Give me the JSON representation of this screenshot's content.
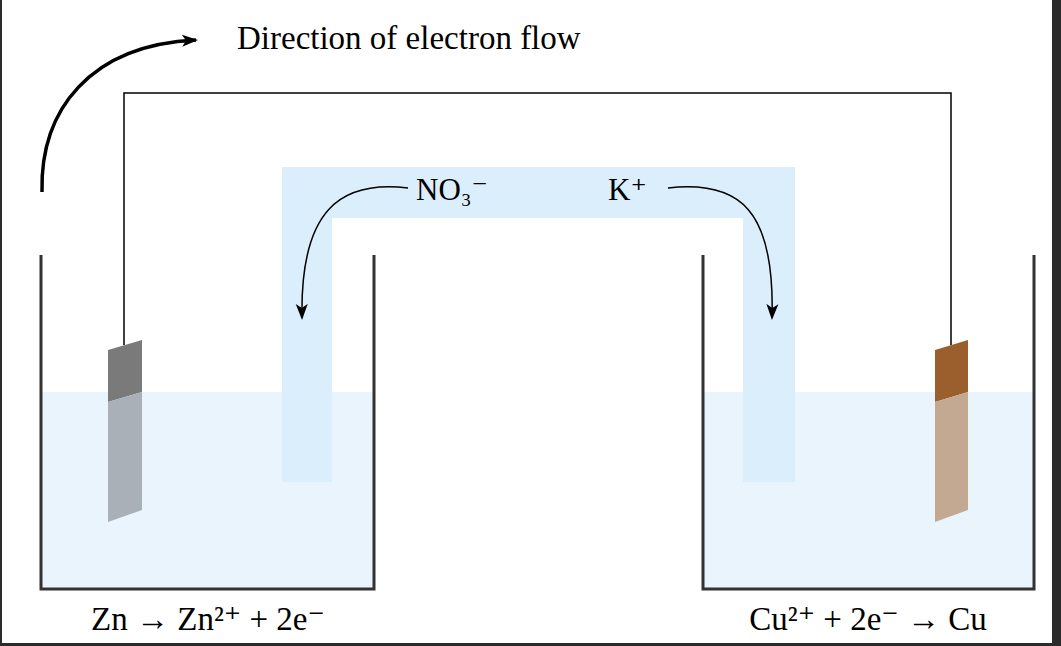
{
  "diagram": {
    "labels": [
      "Direction of electron flow",
      "NO₃⁻",
      "K⁺",
      "Zn → Zn²⁺ + 2e⁻",
      "Cu²⁺ + 2e⁻ → Cu"
    ]
  }
}
